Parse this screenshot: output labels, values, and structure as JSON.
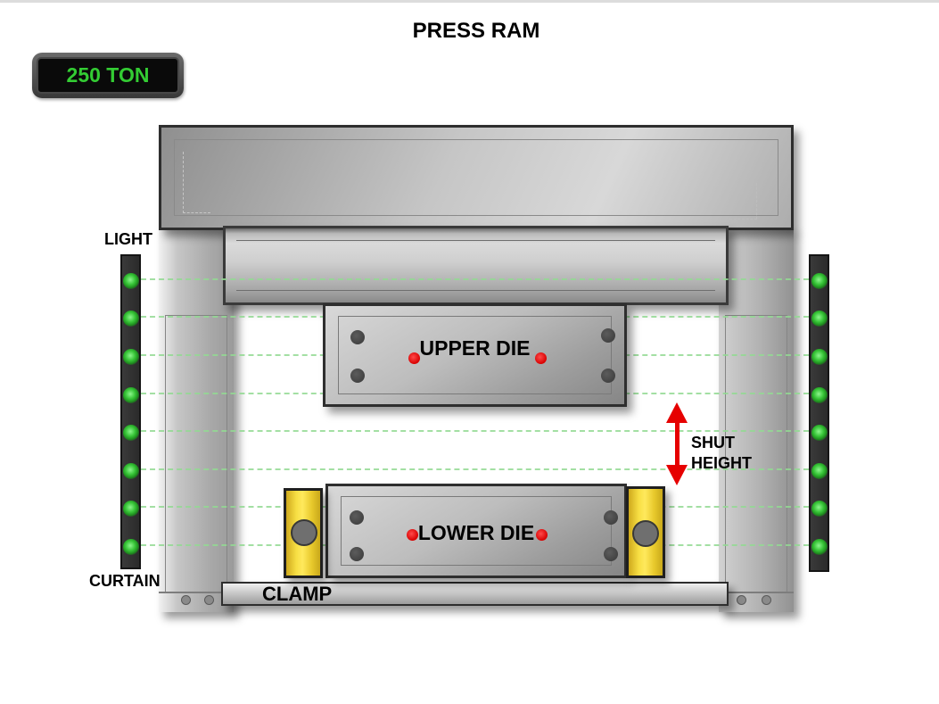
{
  "title": "PRESS RAM",
  "tonnage_display": {
    "value": "250 TON",
    "text_color": "#33cc33"
  },
  "machine": {
    "upper_die_label": "UPPER DIE",
    "lower_die_label": "LOWER DIE",
    "clamp_label": "CLAMP",
    "shut_height_label_line1": "SHUT",
    "shut_height_label_line2": "HEIGHT"
  },
  "light_curtain": {
    "label_top": "LIGHT",
    "label_bottom": "CURTAIN",
    "sides": 2,
    "leds_per_side": 8,
    "beam_y_positions": [
      313,
      355,
      398,
      441,
      483,
      526,
      568,
      611
    ]
  },
  "colors": {
    "led_green": "#37c437",
    "beam_green": "#93da93",
    "arrow_red": "#e60000",
    "die_dot_red": "#d80000",
    "tonnage_green": "#33cc33"
  }
}
